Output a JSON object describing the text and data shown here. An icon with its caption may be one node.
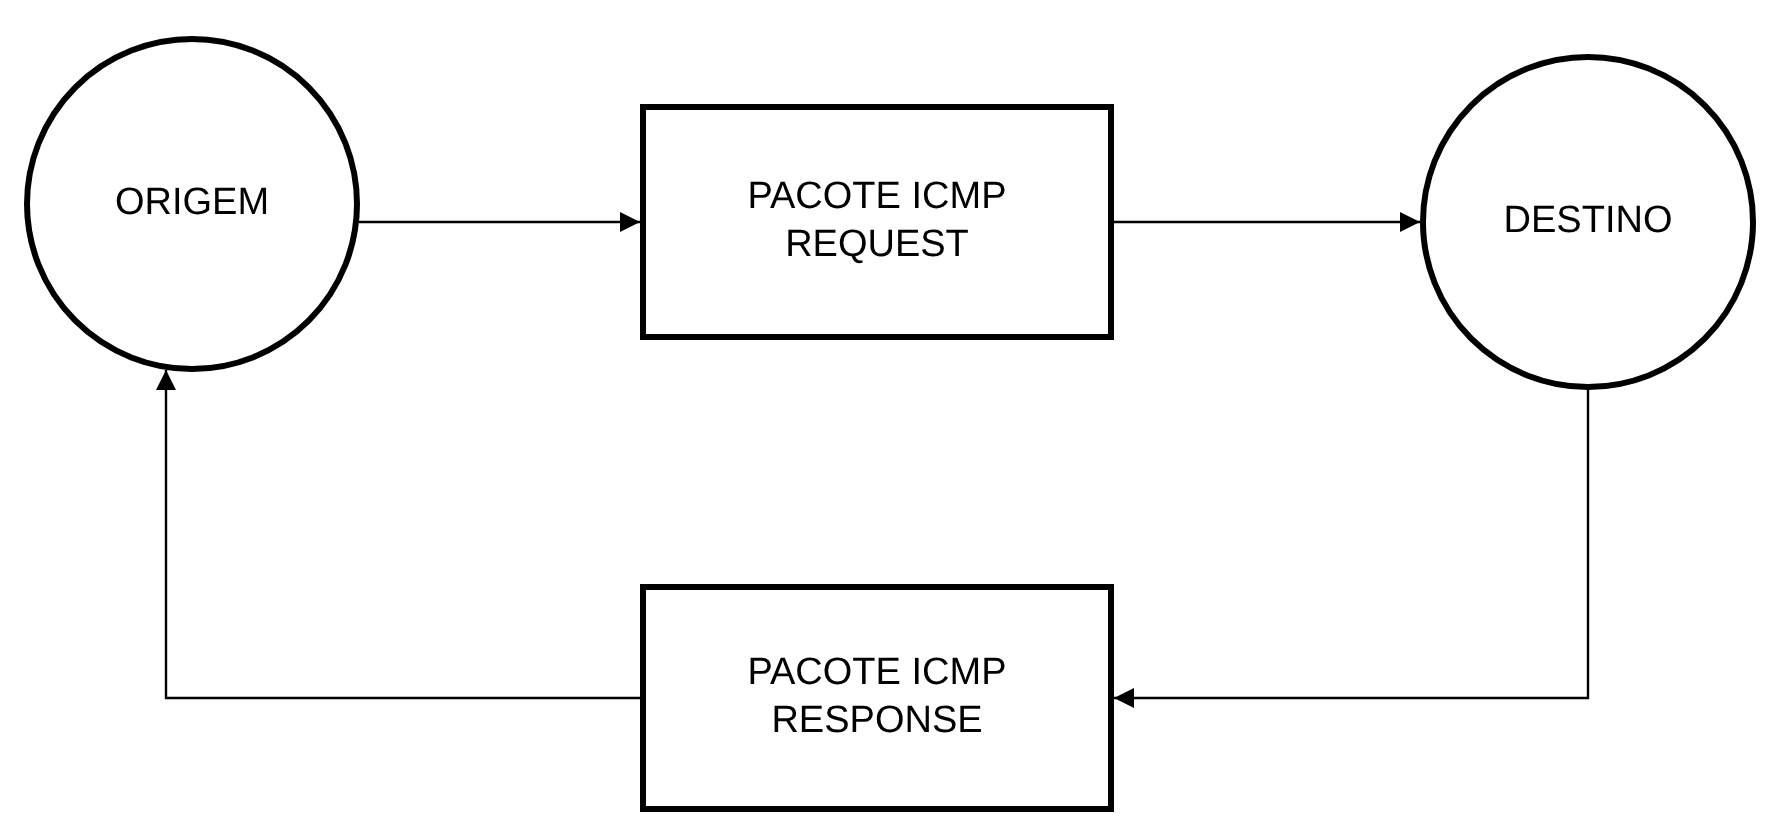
{
  "diagram": {
    "nodes": [
      {
        "text": [
          "ORIGEM"
        ]
      },
      {
        "text": [
          "PACOTE ICMP REQUEST"
        ]
      },
      {
        "text": [
          "DESTINO"
        ]
      },
      {
        "text": [
          "PACOTE ICMP RESPONSE"
        ]
      }
    ],
    "edges": [
      {
        "from": 0,
        "to": 1,
        "arrow": "to"
      },
      {
        "from": 1,
        "to": 2,
        "arrow": "to"
      },
      {
        "from": 2,
        "to": 3,
        "arrow": "to"
      },
      {
        "from": 3,
        "to": 0,
        "arrow": "to"
      }
    ]
  }
}
